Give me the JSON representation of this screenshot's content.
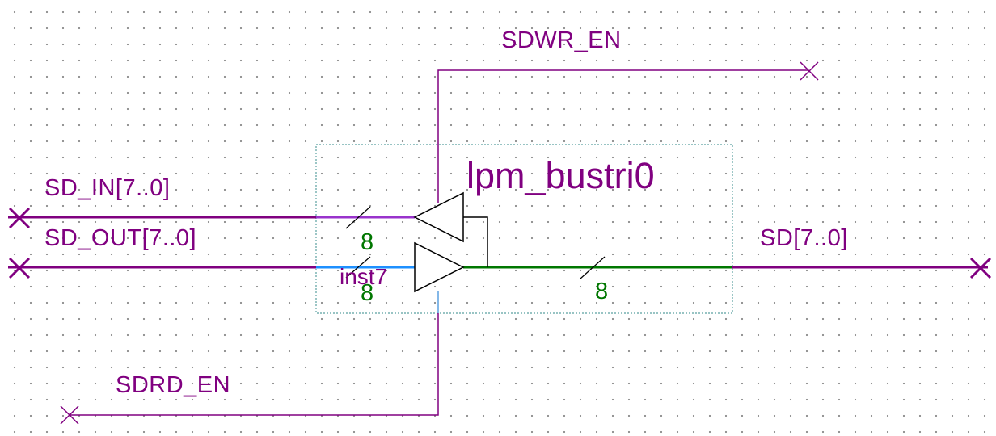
{
  "colors": {
    "background": "#ffffff",
    "grid_dots": "#8a8a8a",
    "wire": "#800080",
    "bus_in": "#9933cc",
    "bus_out": "#1e90ff",
    "bus_out_data": "#007700",
    "enable_wire": "#5aa0e0",
    "symbol": "#000000",
    "symbol_box": "#5aa0a0",
    "width_text": "#007700"
  },
  "symbol": {
    "name": "lpm_bustri0",
    "instance": "inst7"
  },
  "signals": {
    "sdwr_en": "SDWR_EN",
    "sd_in": "SD_IN[7..0]",
    "sd_out": "SD_OUT[7..0]",
    "sd": "SD[7..0]",
    "sdrd_en": "SDRD_EN"
  },
  "bus_widths": {
    "sd_in": "8",
    "sd_out": "8",
    "sd": "8"
  }
}
